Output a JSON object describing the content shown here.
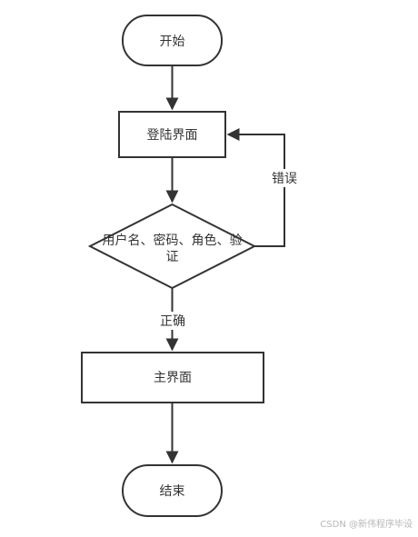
{
  "nodes": {
    "start": "开始",
    "login": "登陆界面",
    "verify_line1": "用户名、密码、角色、验",
    "verify_line2": "证",
    "main": "主界面",
    "end": "结束"
  },
  "edges": {
    "error": "错误",
    "correct": "正确"
  },
  "watermark": "CSDN @新伟程序毕设",
  "colors": {
    "stroke": "#333333",
    "text": "#333333",
    "watermark": "#b8b8b8"
  }
}
